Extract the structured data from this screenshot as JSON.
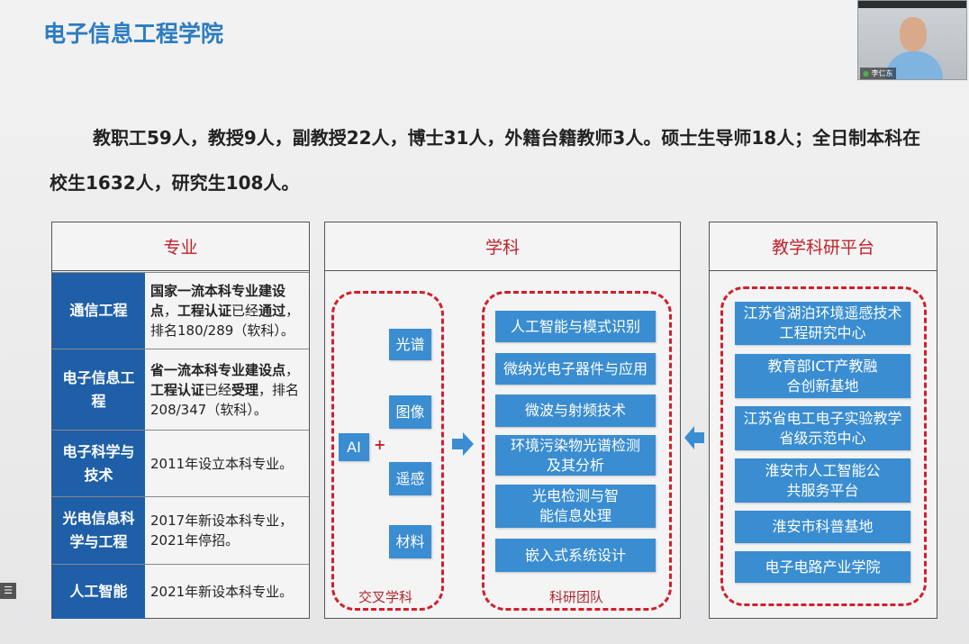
{
  "slide": {
    "title": "电子信息工程学院",
    "summary": "教职工59人，教授9人，副教授22人，博士31人，外籍台籍教师3人。硕士生导师18人；全日制本科在校生1632人，研究生108人。"
  },
  "majors": {
    "header": "专业",
    "rows": [
      {
        "name": "通信工程",
        "desc": "国家一流本科专业建设点，工程认证已经通过，排名180/289（软科）。"
      },
      {
        "name": "电子信息工程",
        "desc": "省一流本科专业建设点，工程认证已经受理，排名208/347（软科）。"
      },
      {
        "name": "电子科学与技术",
        "desc": "2011年设立本科专业。"
      },
      {
        "name": "光电信息科学与工程",
        "desc": "2017年新设本科专业，2021年停招。"
      },
      {
        "name": "人工智能",
        "desc": "2021年新设本科专业。"
      }
    ]
  },
  "disciplines": {
    "header": "学科",
    "ai": "AI",
    "plus": "+",
    "cross": [
      "光谱",
      "图像",
      "遥感",
      "材料"
    ],
    "cross_label": "交叉学科",
    "teams": [
      "人工智能与模式识别",
      "微纳光电子器件与应用",
      "微波与射频技术",
      "环境污染物光谱检测及其分析",
      "光电检测与智能信息处理",
      "嵌入式系统设计"
    ],
    "teams_label": "科研团队"
  },
  "platforms": {
    "header": "教学科研平台",
    "items": [
      "江苏省湖泊环境遥感技术工程研究中心",
      "教育部ICT产教融合创新基地",
      "江苏省电工电子实验教学省级示范中心",
      "淮安市人工智能公共服务平台",
      "淮安市科普基地",
      "电子电路产业学院"
    ]
  },
  "webcam": {
    "name": "李仁东"
  },
  "colors": {
    "title": "#2b7cc1",
    "cell": "#1f5fa8",
    "box": "#3a8dd0",
    "dash": "#d0202a"
  }
}
